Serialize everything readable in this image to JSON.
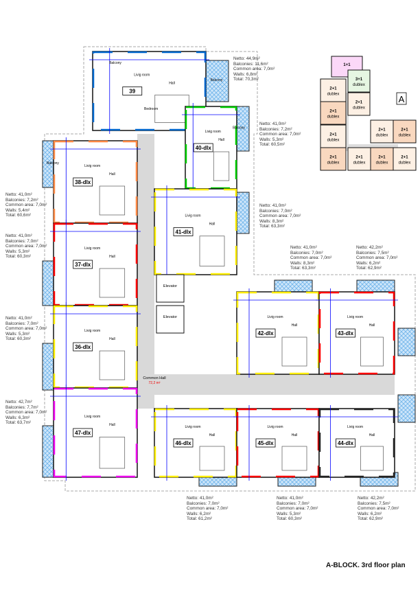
{
  "title": "A-BLOCK. 3rd floor plan",
  "colors": {
    "balcony": "#6fb4ea",
    "corridor": "#d9d9d9",
    "dimension": "#0000ff",
    "apt_40": "#00cc00",
    "apt_yellow": "#ffee00",
    "apt_red": "#ff0000",
    "apt_magenta": "#ee00ee",
    "apt_orange": "#ff8844",
    "apt_39": "#0066cc"
  },
  "apartments": [
    {
      "label": "39"
    },
    {
      "label": "40-dlx"
    },
    {
      "label": "41-dlx"
    },
    {
      "label": "38-dlx"
    },
    {
      "label": "37-dlx"
    },
    {
      "label": "36-dlx"
    },
    {
      "label": "47-dlx"
    },
    {
      "label": "42-dlx"
    },
    {
      "label": "43-dlx"
    },
    {
      "label": "46-dlx"
    },
    {
      "label": "45-dlx"
    },
    {
      "label": "44-dlx"
    }
  ],
  "rooms": {
    "balcony": "Balcony",
    "living": "Livig room",
    "hall": "Hall",
    "bedroom": "Bedroom",
    "elevator": "Elevator",
    "common_hall": "Common Hall",
    "common_hall_area": "72,2 m²"
  },
  "area_blocks": [
    [
      "Netto: 44,9m²",
      "Balconies: 11,6m²",
      "Common area: 7,0m²",
      "Walls: 6,8m²",
      "Total: 70,3m²"
    ],
    [
      "Netto: 41,0m²",
      "Balconies: 7,2m²",
      "Common area: 7,0m²",
      "Walls: 5,3m²",
      "Total: 60,5m²"
    ],
    [
      "Netto: 41,0m²",
      "Balconies: 7,0m²",
      "Common area: 7,0m²",
      "Walls: 8,3m²",
      "Total: 63,3m²"
    ],
    [
      "Netto: 41,0m²",
      "Balconies: 7,0m²",
      "Common area: 7,0m²",
      "Walls: 8,3m²",
      "Total: 63,3m²"
    ],
    [
      "Netto: 42,2m²",
      "Balconies: 7,5m²",
      "Common area: 7,0m²",
      "Walls: 6,2m²",
      "Total: 62,9m²"
    ],
    [
      "Netto: 41,0m²",
      "Balconies: 7,2m²",
      "Common area: 7,0m²",
      "Walls: 5,4m²",
      "Total: 60,6m²"
    ],
    [
      "Netto: 41,0m²",
      "Balconies: 7,0m²",
      "Common area: 7,0m²",
      "Walls: 5,3m²",
      "Total: 60,3m²"
    ],
    [
      "Netto: 41,0m²",
      "Balconies: 7,0m²",
      "Common area: 7,0m²",
      "Walls: 5,3m²",
      "Total: 60,3m²"
    ],
    [
      "Netto: 42,7m²",
      "Balconies: 7,7m²",
      "Common area: 7,0m²",
      "Walls: 6,3m²",
      "Total: 63,7m²"
    ],
    [
      "Netto: 41,0m²",
      "Balconies: 7,0m²",
      "Common area: 7,0m²",
      "Walls: 6,2m²",
      "Total: 61,2m²"
    ],
    [
      "Netto: 41,0m²",
      "Balconies: 7,0m²",
      "Common area: 7,0m²",
      "Walls: 5,3m²",
      "Total: 60,3m²"
    ],
    [
      "Netto: 42,2m²",
      "Balconies: 7,5m²",
      "Common area: 7,0m²",
      "Walls: 6,2m²",
      "Total: 62,9m²"
    ]
  ],
  "key_plan": {
    "block_label": "A",
    "units": [
      {
        "type": "1+1",
        "sub": ""
      },
      {
        "type": "3+1",
        "sub": "dublex"
      },
      {
        "type": "2+1",
        "sub": "dublex"
      },
      {
        "type": "2+1",
        "sub": "dublex"
      },
      {
        "type": "2+1",
        "sub": "dublex"
      },
      {
        "type": "2+1",
        "sub": "dublex"
      },
      {
        "type": "2+1",
        "sub": "dublex"
      },
      {
        "type": "2+1",
        "sub": "dublex"
      },
      {
        "type": "2+1",
        "sub": "dublex"
      },
      {
        "type": "2+1",
        "sub": "dublex"
      },
      {
        "type": "2+1",
        "sub": "dublex"
      },
      {
        "type": "2+1",
        "sub": "dublex"
      }
    ]
  }
}
